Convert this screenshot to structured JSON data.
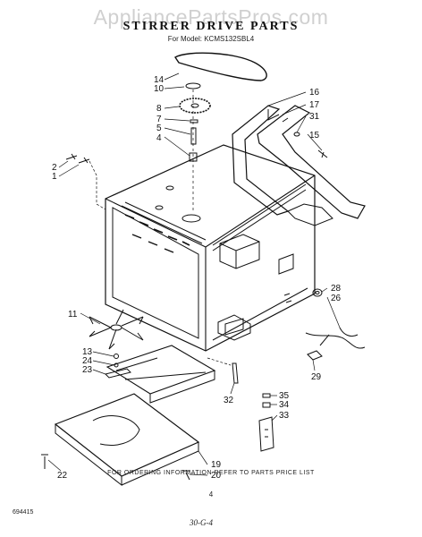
{
  "watermark": "AppliancePartsPros.com",
  "title": "STIRRER DRIVE PARTS",
  "model": "For Model: KCMS132SBL4",
  "callouts": {
    "c14": "14",
    "c10": "10",
    "c8": "8",
    "c7": "7",
    "c5": "5",
    "c4": "4",
    "c2": "2",
    "c1": "1",
    "c16": "16",
    "c17": "17",
    "c31": "31",
    "c15": "15",
    "c28": "28",
    "c26": "26",
    "c29": "29",
    "c11": "11",
    "c13": "13",
    "c24": "24",
    "c23": "23",
    "c32": "32",
    "c35": "35",
    "c34": "34",
    "c33": "33",
    "c22": "22",
    "c19": "19",
    "c20": "20"
  },
  "footer": "FOR ORDERING INFORMATION REFER TO PARTS PRICE LIST",
  "page_number": "4",
  "document_number": "694415",
  "date_stamp": "30-G-4"
}
